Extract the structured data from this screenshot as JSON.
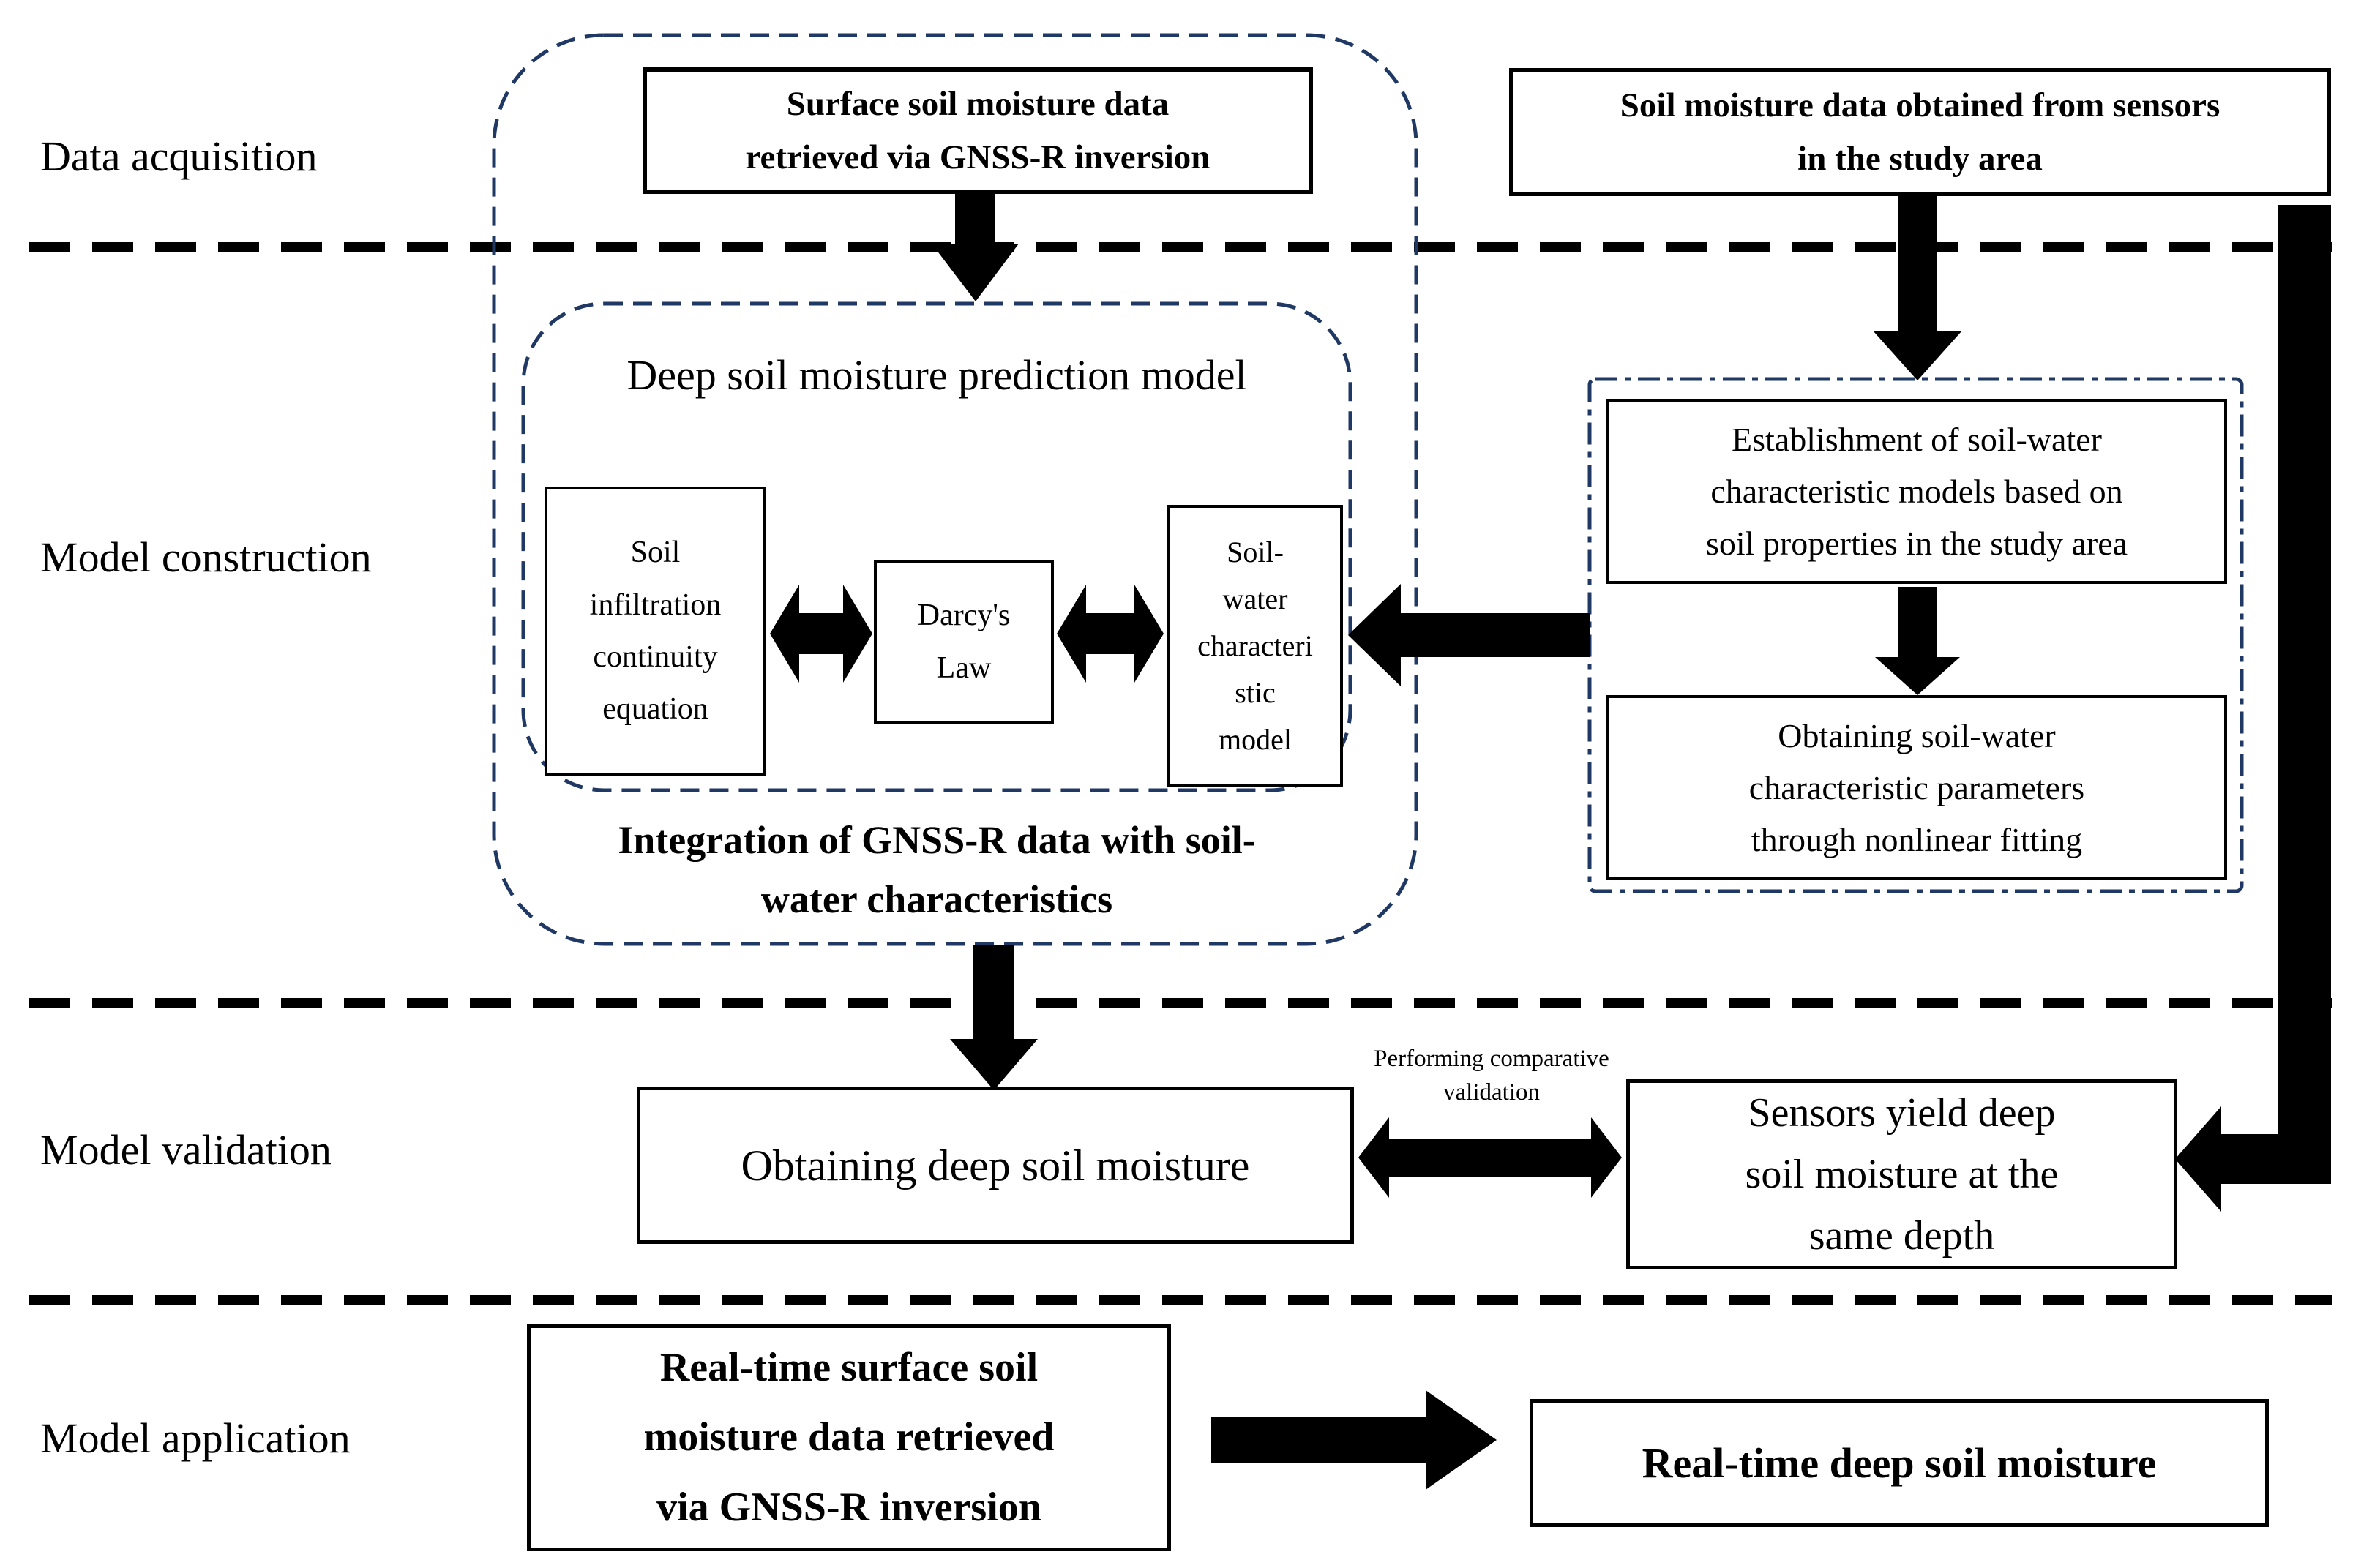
{
  "colors": {
    "dash_navy": "#1f3864",
    "line_black": "#000000"
  },
  "row_labels": {
    "acquisition": "Data acquisition",
    "construction": "Model construction",
    "validation": "Model validation",
    "application": "Model application"
  },
  "acquisition": {
    "gnssr_box": [
      "Surface soil moisture data",
      "retrieved via GNSS-R inversion"
    ],
    "sensors_box": [
      "Soil moisture data obtained from sensors",
      "in the study area"
    ]
  },
  "construction": {
    "model_title": "Deep soil moisture prediction model",
    "infiltration_box": [
      "Soil",
      "infiltration",
      "continuity",
      "equation"
    ],
    "darcy_box": [
      "Darcy's",
      "Law"
    ],
    "soil_water_box": [
      "Soil-",
      "water",
      "characteri",
      "stic",
      "model"
    ],
    "integration_caption": [
      "Integration of GNSS-R data with",
      "soil-water characteristics"
    ],
    "establishment_box": [
      "Establishment of soil-water",
      "characteristic models based on",
      "soil properties in the study area"
    ],
    "fitting_box": [
      "Obtaining soil-water",
      "characteristic parameters",
      "through nonlinear fitting"
    ]
  },
  "validation": {
    "deep_moisture_box": "Obtaining deep soil moisture",
    "arrow_label": [
      "Performing comparative",
      "validation"
    ],
    "sensors_depth_box": [
      "Sensors yield deep",
      "soil moisture at the",
      "same depth"
    ]
  },
  "application": {
    "realtime_surface_box": [
      "Real-time surface soil",
      "moisture data retrieved",
      "via GNSS-R inversion"
    ],
    "realtime_deep_box": "Real-time deep soil moisture"
  }
}
